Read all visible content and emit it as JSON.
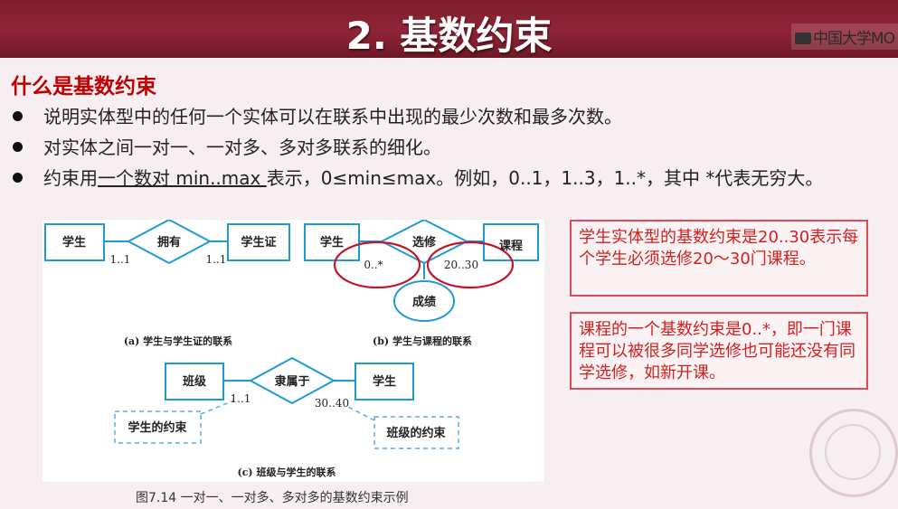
{
  "header": {
    "title": "2. 基数约束",
    "logo_text": "中国大学MO"
  },
  "subtitle": "什么是基数约束",
  "bullets": [
    {
      "text": "说明实体型中的任何一个实体可以在联系中出现的最少次数和最多次数。"
    },
    {
      "text": "对实体之间一对一、一对多、多对多联系的细化。"
    },
    {
      "pre": "约束用",
      "underlined": "一个数对 min..max ",
      "post": "表示，0≤min≤max。例如，0..1，1..3，1..*，其中 *代表无穷大。"
    }
  ],
  "figure": {
    "a": {
      "entity1": "学生",
      "relation": "拥有",
      "entity2": "学生证",
      "card1": "1..1",
      "card2": "1..1",
      "caption": "(a) 学生与学生证的联系"
    },
    "b": {
      "entity1": "学生",
      "relation": "选修",
      "entity2": "课程",
      "card1": "0..*",
      "card2": "20..30",
      "attribute": "成绩",
      "caption": "(b) 学生与课程的联系"
    },
    "c": {
      "entity1": "班级",
      "relation": "隶属于",
      "entity2": "学生",
      "card1": "1..1",
      "card2": "30..40",
      "note1": "学生的约束",
      "note2": "班级的约束",
      "caption": "(c) 班级与学生的联系"
    },
    "caption": "图7.14  一对一、一对多、多对多的基数约束示例"
  },
  "notes": [
    "学生实体型的基数约束是20..30表示每个学生必须选修20～30门课程。",
    "课程的一个基数约束是0..*，即一门课程可以被很多同学选修也可能还没有同学选修，如新开课。"
  ],
  "colors": {
    "header": "#8e2436",
    "accent_red": "#c00000",
    "diagram_blue": "#1e9ad6",
    "highlight_red": "#d42020"
  }
}
